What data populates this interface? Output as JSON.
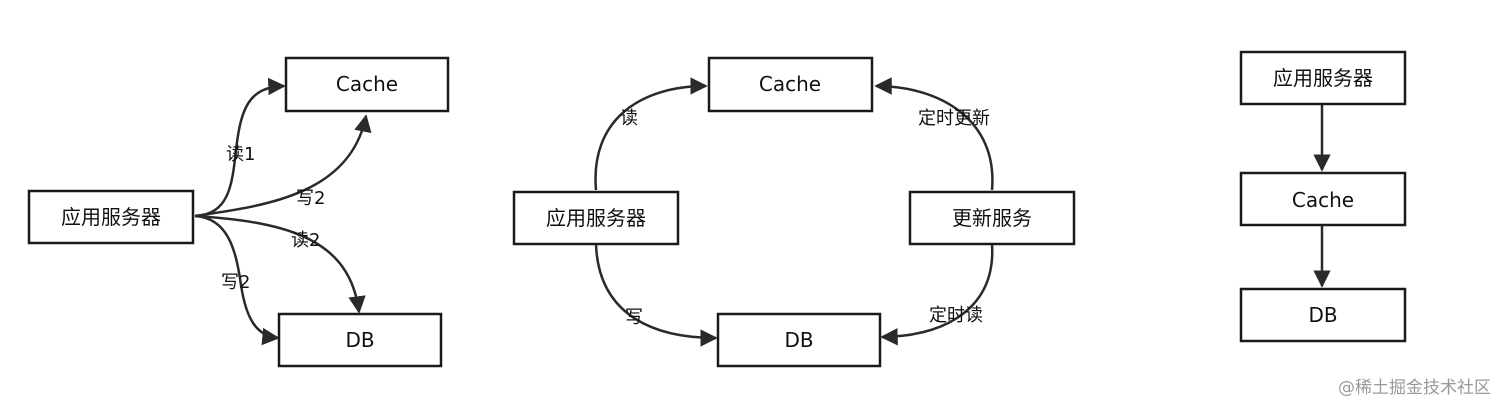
{
  "diagrams": [
    {
      "nodes": {
        "app": "应用服务器",
        "cache": "Cache",
        "db": "DB"
      },
      "edges": {
        "read1": "读1",
        "write2_cache": "写2",
        "read2": "读2",
        "write2_db": "写2"
      }
    },
    {
      "nodes": {
        "cache": "Cache",
        "app": "应用服务器",
        "updater": "更新服务",
        "db": "DB"
      },
      "edges": {
        "read": "读",
        "timed_update": "定时更新",
        "write": "写",
        "timed_read": "定时读"
      }
    },
    {
      "nodes": {
        "app": "应用服务器",
        "cache": "Cache",
        "db": "DB"
      }
    }
  ],
  "watermark": "@稀土掘金技术社区",
  "colors": {
    "stroke": "#1a1a1a",
    "watermark": "#9a9a9a"
  }
}
